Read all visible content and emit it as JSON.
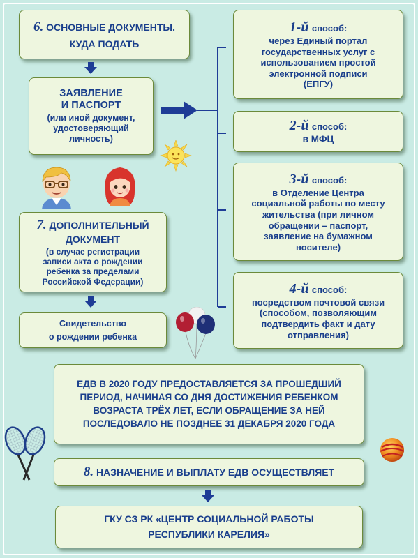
{
  "doc": {
    "num": "6.",
    "title_l1": "ОСНОВНЫЕ ДОКУМЕНТЫ.",
    "title_l2": "КУДА ПОДАТЬ"
  },
  "application": {
    "l1": "ЗАЯВЛЕНИЕ",
    "l2": "И ПАСПОРТ",
    "l3": "(или иной документ,",
    "l4": "удостоверяющий",
    "l5": "личность)"
  },
  "additional": {
    "num": "7.",
    "title_l1": "ДОПОЛНИТЕЛЬНЫЙ",
    "title_l2": "ДОКУМЕНТ",
    "note_l1": "(в случае регистрации",
    "note_l2": "записи акта о рождении",
    "note_l3": "ребенка за пределами",
    "note_l4": "Российской Федерации)"
  },
  "certificate": {
    "l1": "Свидетельство",
    "l2": "о рождении ребенка"
  },
  "ways": [
    {
      "num": "1-й",
      "word": "способ:",
      "lines": [
        "через Единый портал",
        "государственных услуг с",
        "использованием простой",
        "электронной подписи",
        "(ЕПГУ)"
      ]
    },
    {
      "num": "2-й",
      "word": "способ:",
      "lines": [
        "в МФЦ"
      ]
    },
    {
      "num": "3-й",
      "word": "способ:",
      "lines": [
        "в Отделение Центра",
        "социальной работы по месту",
        "жительства (при личном",
        "обращении – паспорт,",
        "заявление на бумажном",
        "носителе)"
      ]
    },
    {
      "num": "4-й",
      "word": "способ:",
      "lines": [
        "посредством почтовой связи",
        "(способом, позволяющим",
        "подтвердить факт и дату",
        "отправления)"
      ]
    }
  ],
  "edv": {
    "l1": "ЕДВ В 2020 ГОДУ ПРЕДОСТАВЛЯЕТСЯ ЗА ПРОШЕДШИЙ",
    "l2": "ПЕРИОД, НАЧИНАЯ СО ДНЯ ДОСТИЖЕНИЯ РЕБЕНКОМ",
    "l3": "ВОЗРАСТА ТРЁХ ЛЕТ, ЕСЛИ ОБРАЩЕНИЕ ЗА НЕЙ",
    "l4a": "ПОСЛЕДОВАЛО НЕ ПОЗДНЕЕ ",
    "l4b": "31 ДЕКАБРЯ 2020 ГОДА"
  },
  "assign": {
    "num": "8.",
    "title": "НАЗНАЧЕНИЕ И ВЫПЛАТУ ЕДВ ОСУЩЕСТВЛЯЕТ"
  },
  "gku": {
    "l1": "ГКУ СЗ РК «ЦЕНТР СОЦИАЛЬНОЙ РАБОТЫ",
    "l2": "РЕСПУБЛИКИ КАРЕЛИЯ»"
  },
  "colors": {
    "text": "#1a3f8c",
    "box_fill": "#eef6df",
    "box_border": "#6b8a3a",
    "background": "#c9ebe4",
    "arrow": "#1e3c96"
  }
}
